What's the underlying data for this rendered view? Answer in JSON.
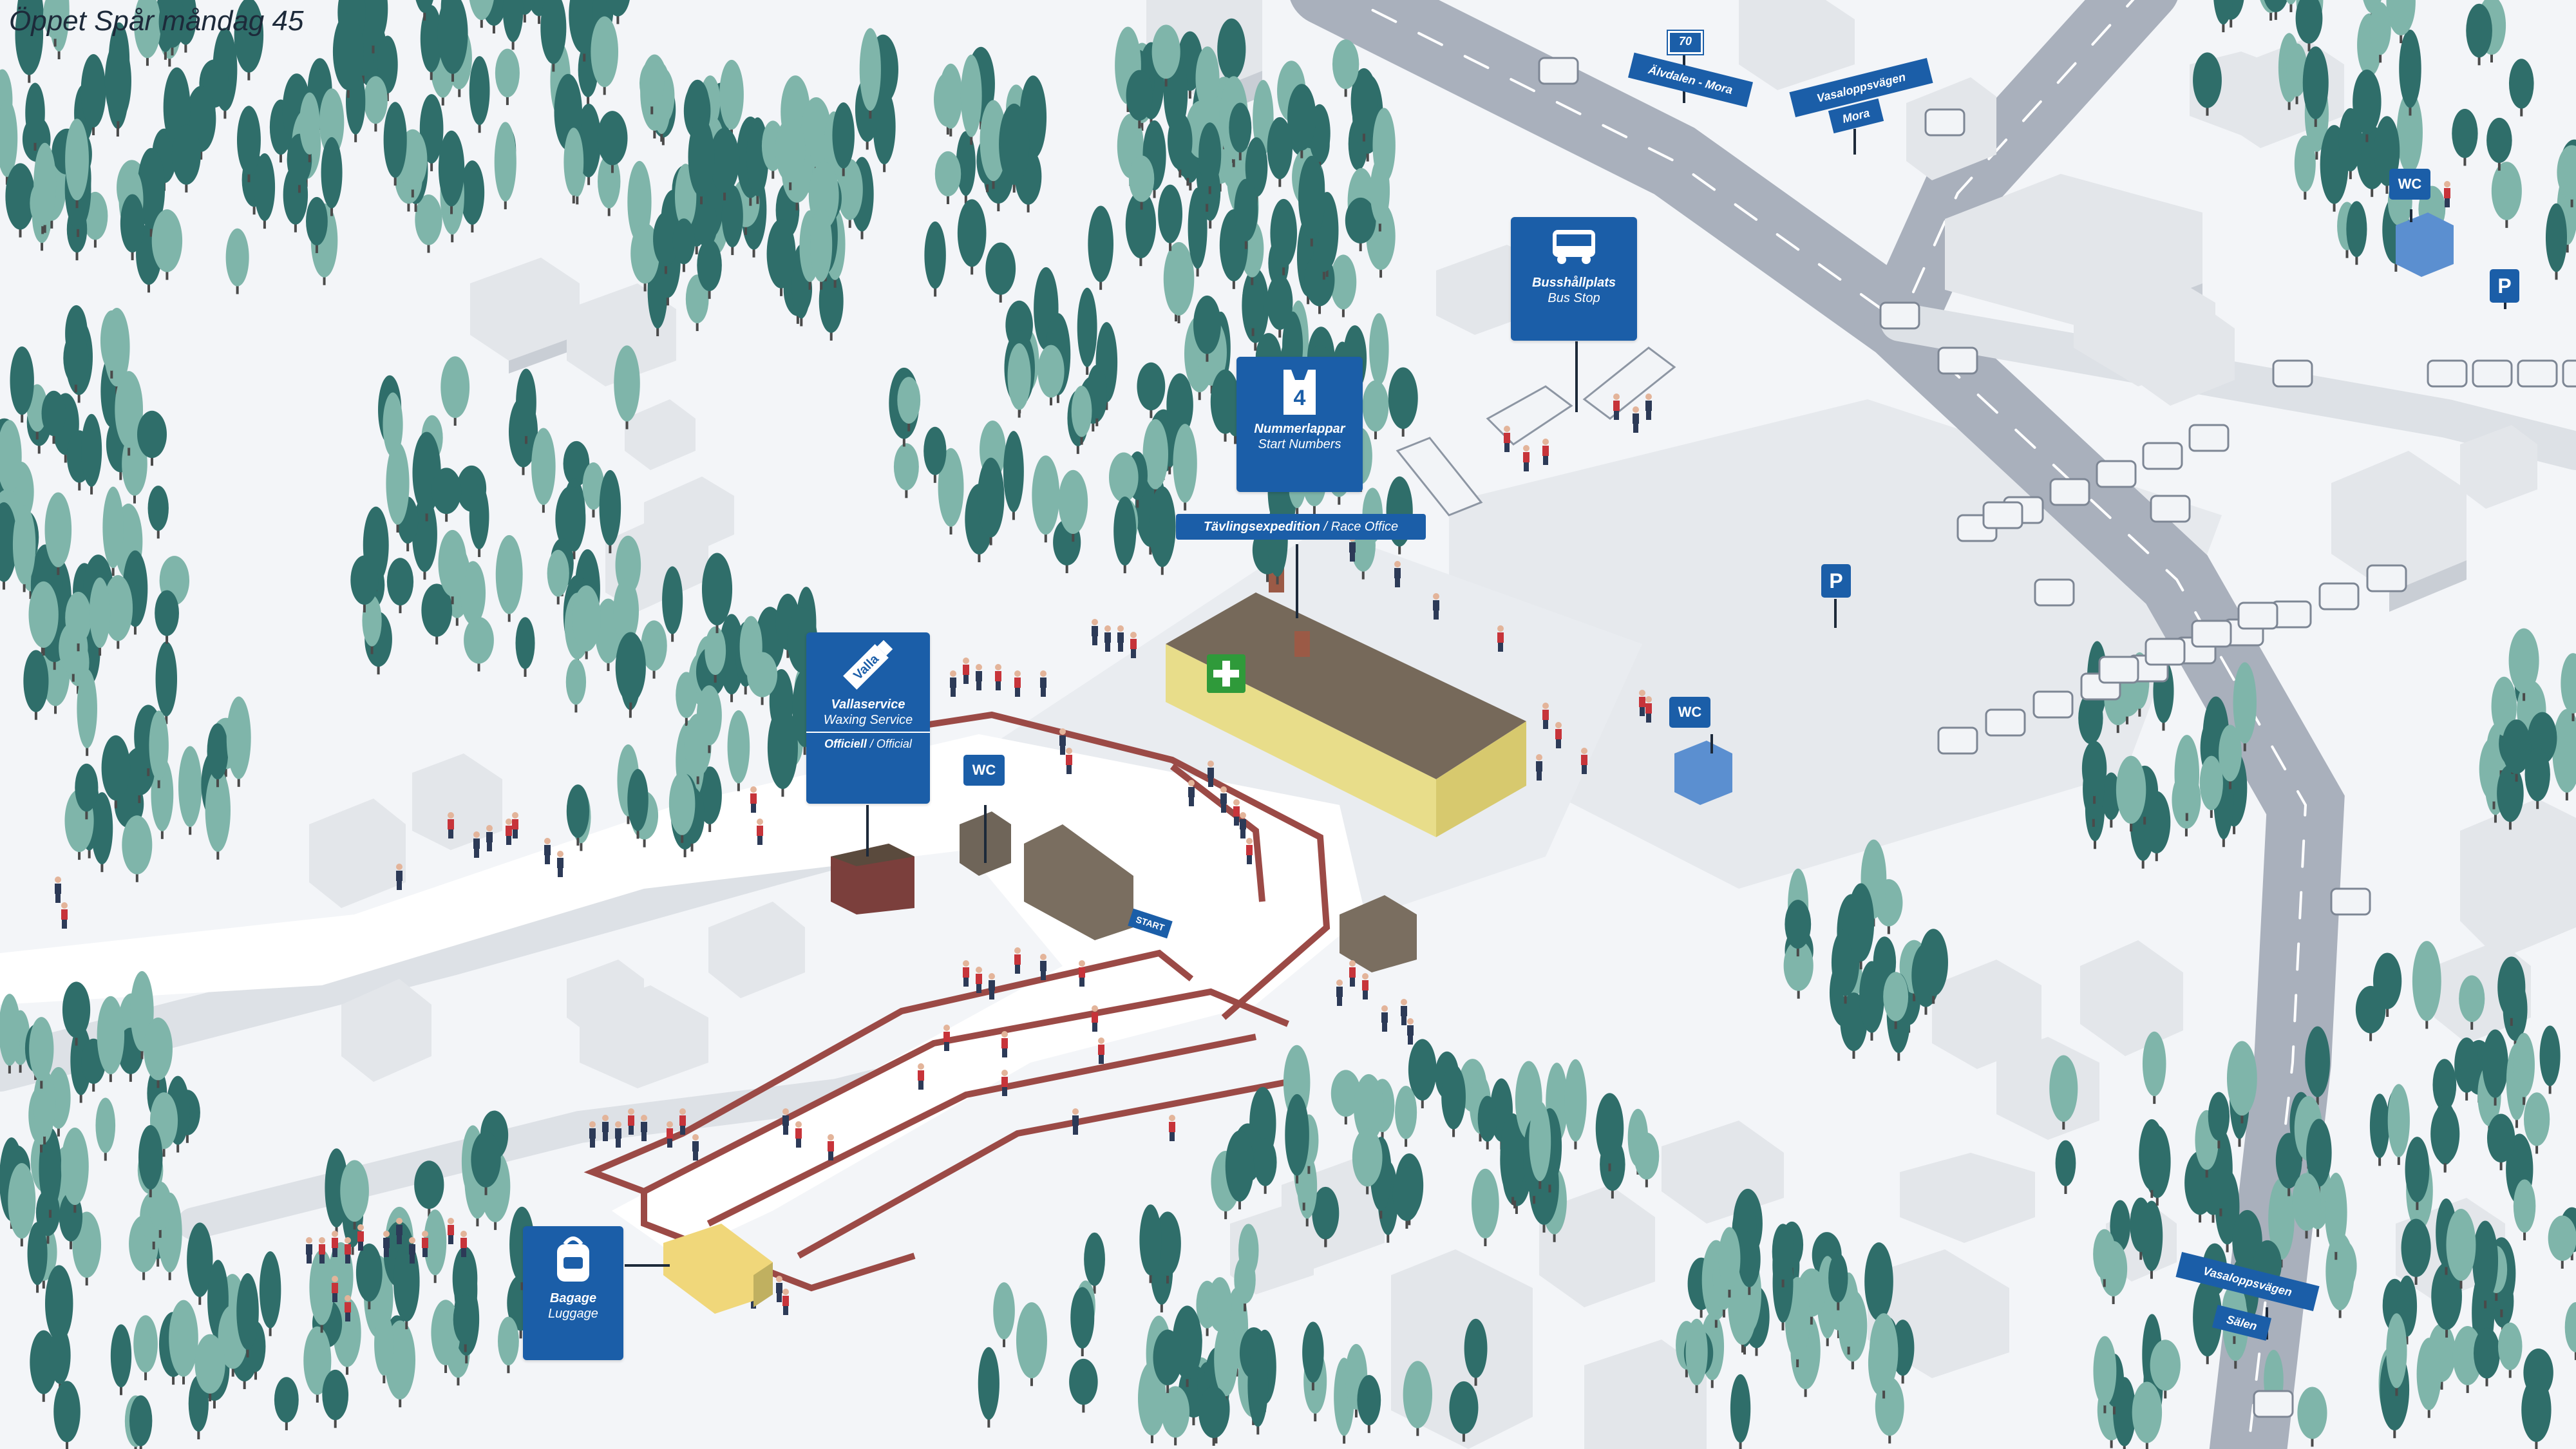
{
  "map_title": "Öppet Spår måndag 45",
  "colors": {
    "road": "#a9b0bc",
    "ground": "#f3f5f8",
    "building": "#e3e6ea",
    "tree_dark": "#2f6e6a",
    "tree_light": "#7fb5aa",
    "poi_blue": "#1b5ea8",
    "fence": "#9b4a46"
  },
  "pois": {
    "bus_stop": {
      "icon": "bus-icon",
      "name_sv": "Busshållplats",
      "name_en": "Bus Stop"
    },
    "start_numbers": {
      "icon": "bib-icon",
      "bib_number": "4",
      "name_sv": "Nummerlappar",
      "name_en": "Start Numbers"
    },
    "race_office": {
      "name_sv": "Tävlingsexpedition",
      "separator": " / ",
      "name_en": "Race Office"
    },
    "waxing": {
      "icon": "wax-tube-icon",
      "tube_text": "Valla",
      "name_sv": "Vallaservice",
      "name_en": "Waxing Service",
      "sub_sv": "Officiell",
      "separator": " / ",
      "sub_en": "Official"
    },
    "luggage": {
      "icon": "backpack-icon",
      "name_sv": "Bagage",
      "name_en": "Luggage"
    }
  },
  "markers": {
    "wc_label": "WC",
    "parking_label": "P",
    "start_label": "START",
    "first_aid": "first-aid-icon"
  },
  "road_signs": {
    "route_number": "70",
    "sign_alvdalen": "Älvdalen - Mora",
    "sign_vasaloppsvagen": "Vasaloppsvägen",
    "sign_mora": "Mora",
    "sign_vasaloppsvagen_south": "Vasaloppsvägen",
    "sign_salen": "Sälen"
  }
}
